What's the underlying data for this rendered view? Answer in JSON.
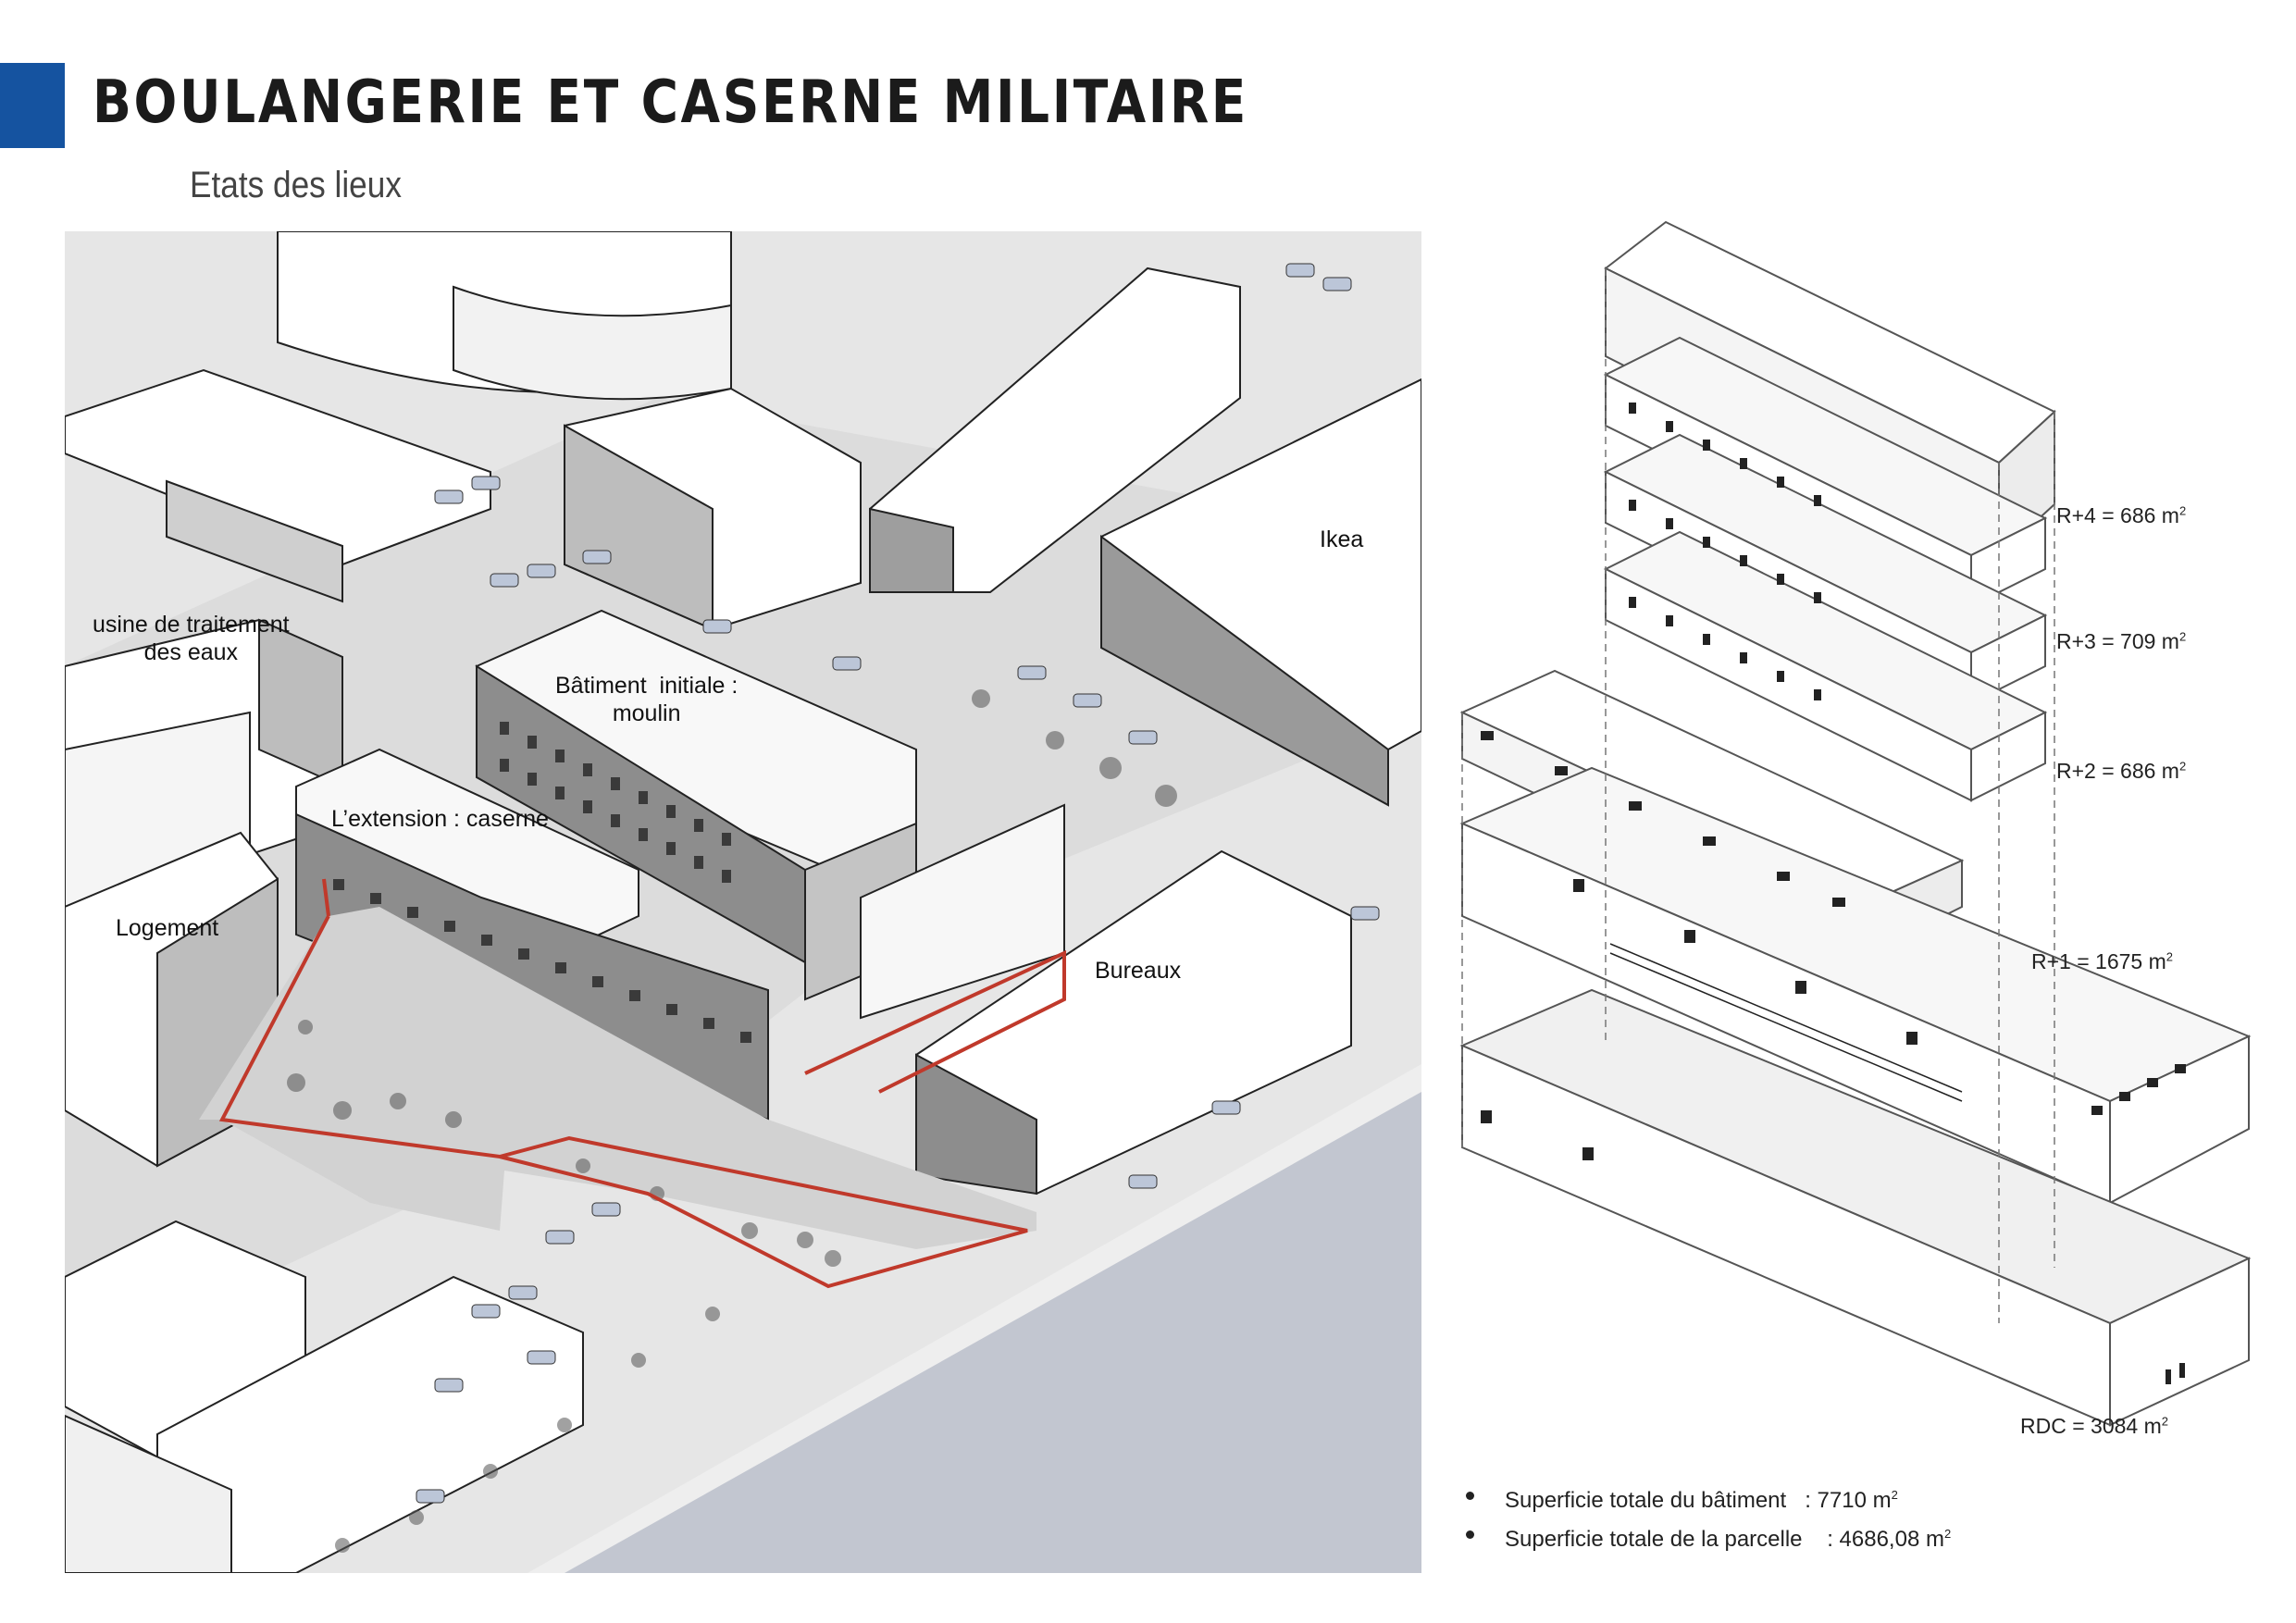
{
  "header": {
    "title": "BOULANGERIE ET CASERNE MILITAIRE",
    "subtitle": "Etats des lieux",
    "accent_color": "#1553a0"
  },
  "site_plan": {
    "labels": {
      "usine": "usine de traitement\ndes eaux",
      "batiment": "Bâtiment  initiale :\nmoulin",
      "extension": "L’extension : caserne",
      "logement": "Logement",
      "ikea": "Ikea",
      "bureaux": "Bureaux"
    },
    "parcel_outline_color": "#c0392b",
    "water_color": "#c2c6d0"
  },
  "floor_areas": {
    "r4": {
      "label": "R+4 = 686 m",
      "sup": "2"
    },
    "r3": {
      "label": "R+3 = 709  m",
      "sup": "2"
    },
    "r2": {
      "label": "R+2 = 686 m",
      "sup": "2"
    },
    "r1": {
      "label": "R+1 = 1675 m",
      "sup": "2"
    },
    "rdc": {
      "label": "RDC = 3084 m",
      "sup": "2"
    }
  },
  "summary": {
    "items": [
      {
        "text": "Superficie totale du bâtiment   : 7710 m",
        "sup": "2"
      },
      {
        "text": "Superficie totale de la parcelle    : 4686,08 m",
        "sup": "2"
      }
    ]
  }
}
